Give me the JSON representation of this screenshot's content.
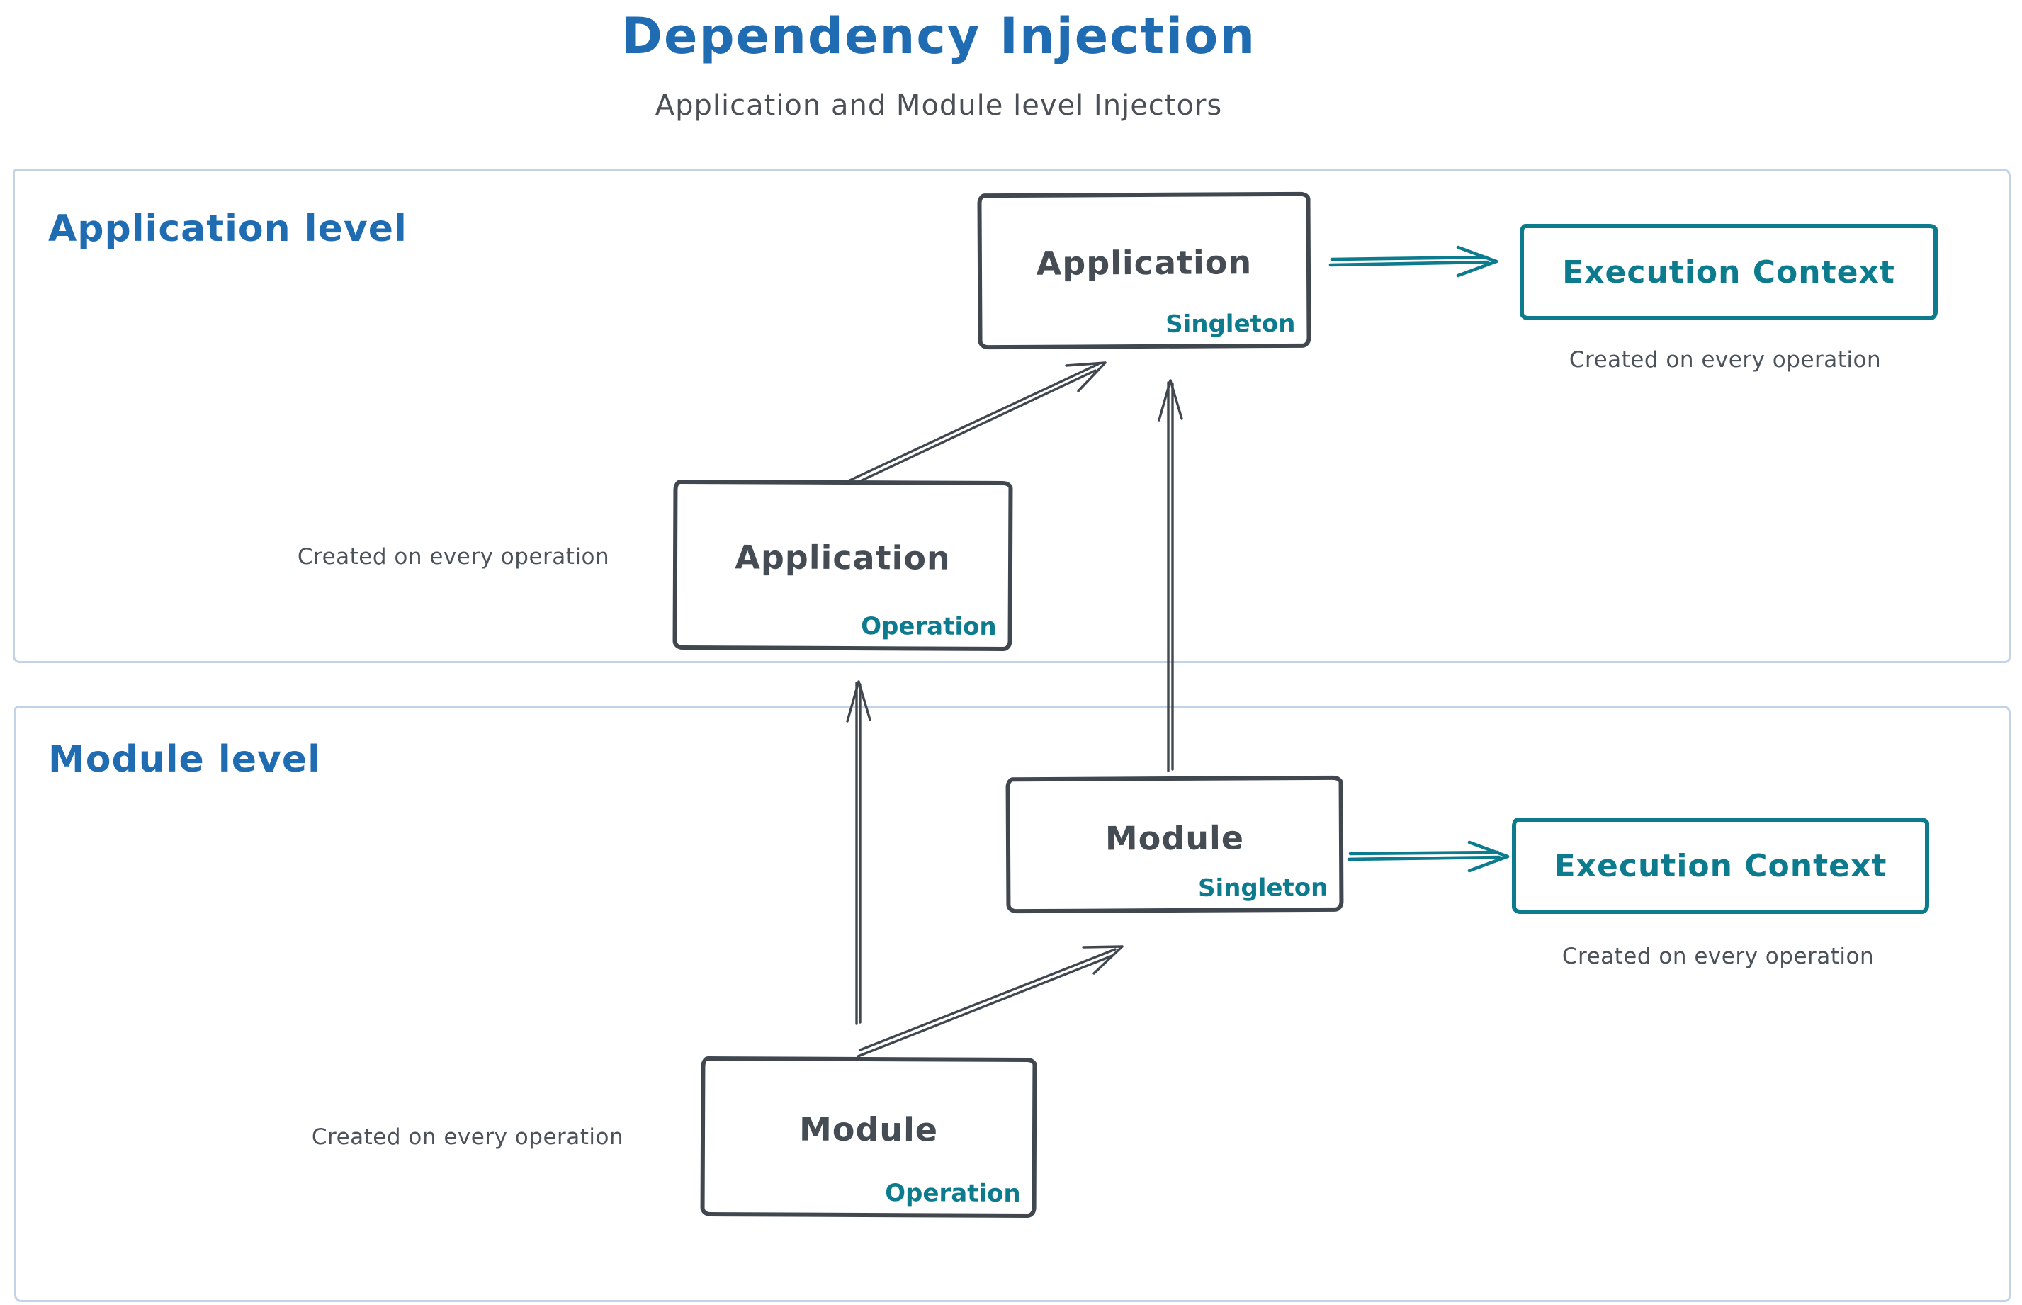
{
  "title": "Dependency Injection",
  "subtitle": "Application and Module level Injectors",
  "colors": {
    "title_blue": "#1f6cb2",
    "teal": "#0d7b8e",
    "dark_slate": "#40474f",
    "note_gray": "#4b525a",
    "lane_border_blue": "#c2d3e8"
  },
  "application_section": {
    "label": "Application level",
    "singleton_box": {
      "name": "Application",
      "scope": "Singleton"
    },
    "operation_box": {
      "name": "Application",
      "scope": "Operation"
    },
    "operation_note": "Created on every operation",
    "execution_context_box": {
      "label": "Execution Context",
      "note": "Created on every operation"
    }
  },
  "module_section": {
    "label": "Module level",
    "singleton_box": {
      "name": "Module",
      "scope": "Singleton"
    },
    "operation_box": {
      "name": "Module",
      "scope": "Operation"
    },
    "operation_note": "Created on every operation",
    "execution_context_box": {
      "label": "Execution Context",
      "note": "Created on every operation"
    }
  }
}
